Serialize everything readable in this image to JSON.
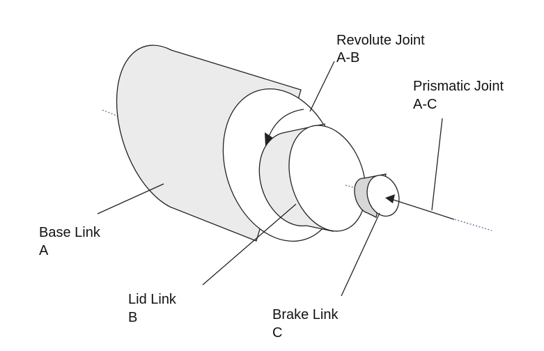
{
  "labels": {
    "revolute_joint": {
      "line1": "Revolute Joint",
      "line2": "A-B"
    },
    "prismatic_joint": {
      "line1": "Prismatic Joint",
      "line2": "A-C"
    },
    "base_link": {
      "line1": "Base Link",
      "line2": "A"
    },
    "lid_link": {
      "line1": "Lid Link",
      "line2": "B"
    },
    "brake_link": {
      "line1": "Brake Link",
      "line2": "C"
    }
  },
  "colors": {
    "body_fill": "#ebebeb",
    "face_fill": "#ffffff",
    "brake_side_fill": "#d7d7d7",
    "line": "#222222",
    "axis_dots": "#6d6da8"
  }
}
